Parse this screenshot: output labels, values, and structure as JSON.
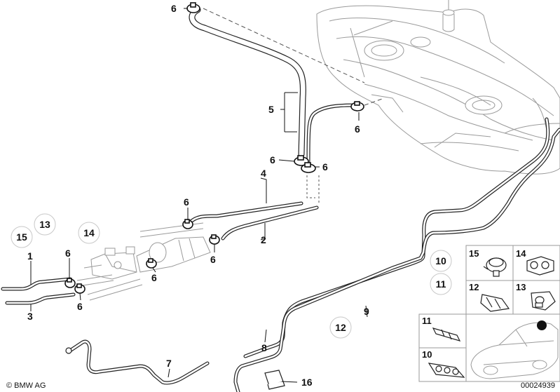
{
  "callouts": {
    "c1": "1",
    "c2": "2",
    "c3": "3",
    "c4": "4",
    "c5": "5",
    "c6": "6",
    "c7": "7",
    "c8": "8",
    "c9": "9",
    "c10": "10",
    "c11": "11",
    "c12": "12",
    "c13": "13",
    "c14": "14",
    "c15": "15",
    "c16": "16"
  },
  "footer": {
    "copyright": "© BMW AG",
    "part_number": "00024939"
  }
}
